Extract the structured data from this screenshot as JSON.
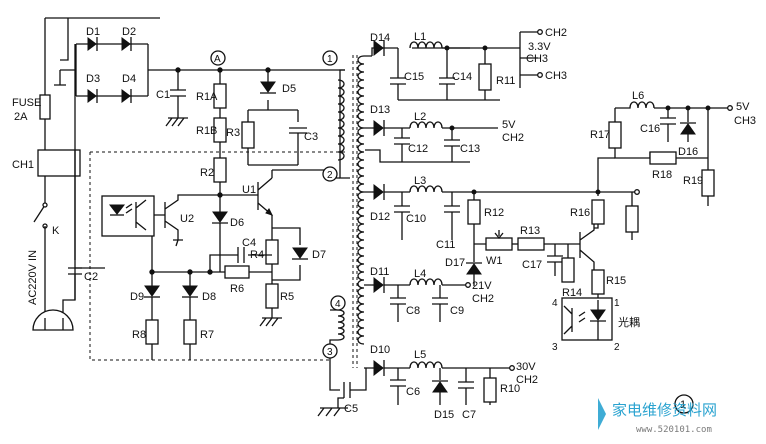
{
  "components": {
    "diodes": [
      "D1",
      "D2",
      "D3",
      "D4",
      "D5",
      "D6",
      "D7",
      "D8",
      "D9",
      "D10",
      "D11",
      "D13",
      "D14",
      "D15",
      "D16",
      "D17"
    ],
    "diode_d12": "D12",
    "resistors": [
      "R1A",
      "R1B",
      "R2",
      "R3",
      "R4",
      "R5",
      "R6",
      "R7",
      "R8",
      "R10",
      "R11",
      "R12",
      "R13",
      "R14",
      "R15",
      "R16",
      "R17",
      "R18",
      "R19"
    ],
    "capacitors": [
      "C1",
      "C2",
      "C3",
      "C4",
      "C5",
      "C6",
      "C7",
      "C8",
      "C9",
      "C10",
      "C11",
      "C12",
      "C13",
      "C14",
      "C15",
      "C16",
      "C17"
    ],
    "inductors": [
      "L1",
      "L2",
      "L3",
      "L4",
      "L5",
      "L6"
    ],
    "transistors": [
      "U1",
      "U2"
    ],
    "potentiometer": "W1",
    "fuse": "FUSE",
    "fuse_rating": "2A",
    "connector": "CH1",
    "switch": "K",
    "mains": "AC220V  IN",
    "optocoupler": "光耦",
    "opto_pins": [
      "4",
      "3",
      "1",
      "2"
    ]
  },
  "nodes": {
    "a": "A",
    "n1": "1",
    "n2": "2",
    "n3": "3",
    "n4": "4"
  },
  "outputs": {
    "o33": "3.3V",
    "ch2_top": "CH2",
    "ch3_a": "CH3",
    "ch3_b": "CH3",
    "v5_main": "5V",
    "ch3_5v": "CH3",
    "v5_ch2": "5V",
    "ch2_5v": "CH2",
    "v21": "21V",
    "ch2_21": "CH2",
    "v30": "30V",
    "ch2_30": "CH2"
  },
  "figure_number": "1",
  "watermark": {
    "text": "家电维修资料网",
    "url": "www.520101.com"
  },
  "colors": {
    "line": "#111111",
    "watermark": "#2aa3d0"
  }
}
